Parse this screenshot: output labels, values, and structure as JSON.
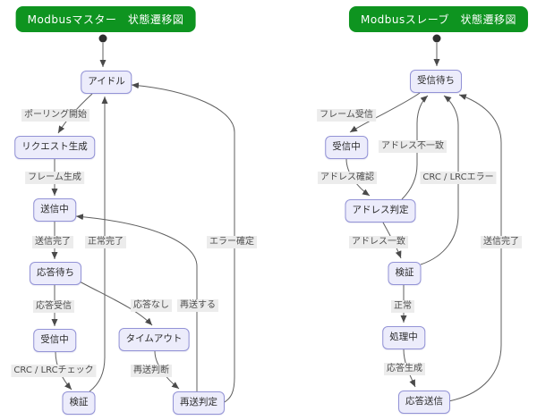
{
  "master": {
    "title": "Modbusマスター　状態遷移図",
    "states": {
      "idle": "アイドル",
      "request": "リクエスト生成",
      "sending": "送信中",
      "waiting": "応答待ち",
      "receiving": "受信中",
      "timeout": "タイムアウト",
      "verify": "検証",
      "retry_judge": "再送判定"
    },
    "transitions": {
      "polling_start": "ポーリング開始",
      "frame_generated": "フレーム生成",
      "send_complete": "送信完了",
      "normal_complete": "正常完了",
      "response_received": "応答受信",
      "no_response": "応答なし",
      "resend": "再送する",
      "crc_check": "CRC / LRCチェック",
      "retry_decision": "再送判断",
      "error_confirmed": "エラー確定"
    }
  },
  "slave": {
    "title": "Modbusスレーブ　状態遷移図",
    "states": {
      "wait_receive": "受信待ち",
      "receiving": "受信中",
      "address_judge": "アドレス判定",
      "verify": "検証",
      "processing": "処理中",
      "send_response": "応答送信"
    },
    "transitions": {
      "frame_received": "フレーム受信",
      "address_check": "アドレス確認",
      "address_mismatch": "アドレス不一致",
      "address_match": "アドレス一致",
      "crc_error": "CRC / LRCエラー",
      "normal": "正常",
      "response_generated": "応答生成",
      "send_complete": "送信完了"
    }
  },
  "colors": {
    "title_bg": "#0e9420",
    "title_text": "#ffffff",
    "state_bg": "#ececfb",
    "state_border": "#9393d6",
    "label_bg": "#ececec",
    "edge": "#5f5f5f",
    "initial_dot": "#2f2f2f"
  }
}
